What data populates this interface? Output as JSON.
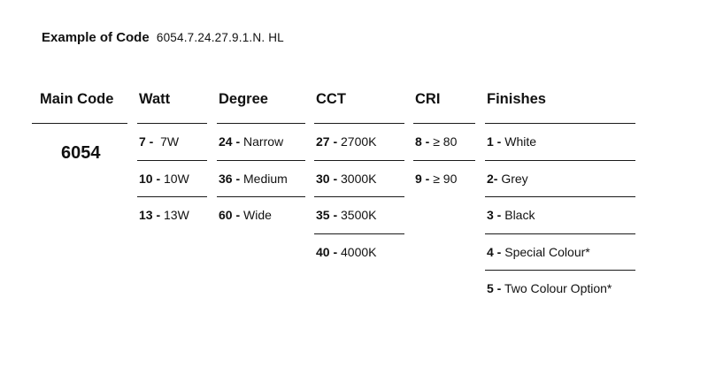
{
  "example": {
    "label": "Example of Code",
    "code": "6054.7.24.27.9.1.N. HL"
  },
  "main_code": {
    "header": "Main Code",
    "value": "6054"
  },
  "columns": [
    {
      "header": "Watt",
      "rows": [
        {
          "code": "7 -",
          "desc": "  7W"
        },
        {
          "code": "10 -",
          "desc": " 10W"
        },
        {
          "code": "13 -",
          "desc": " 13W"
        }
      ]
    },
    {
      "header": "Degree",
      "rows": [
        {
          "code": "24 -",
          "desc": " Narrow"
        },
        {
          "code": "36 -",
          "desc": " Medium"
        },
        {
          "code": "60 -",
          "desc": " Wide"
        }
      ]
    },
    {
      "header": "CCT",
      "rows": [
        {
          "code": "27 -",
          "desc": " 2700K"
        },
        {
          "code": "30 -",
          "desc": " 3000K"
        },
        {
          "code": "35 -",
          "desc": " 3500K"
        },
        {
          "code": "40 -",
          "desc": " 4000K"
        }
      ]
    },
    {
      "header": "CRI",
      "rows": [
        {
          "code": "8 -",
          "desc": " ≥ 80"
        },
        {
          "code": "9 -",
          "desc": " ≥ 90"
        }
      ]
    },
    {
      "header": "Finishes",
      "rows": [
        {
          "code": "1 -",
          "desc": " White"
        },
        {
          "code": "2-",
          "desc": " Grey"
        },
        {
          "code": "3 -",
          "desc": " Black"
        },
        {
          "code": "4 -",
          "desc": " Special Colour*"
        },
        {
          "code": "5 -",
          "desc": " Two Colour Option*"
        }
      ]
    }
  ]
}
